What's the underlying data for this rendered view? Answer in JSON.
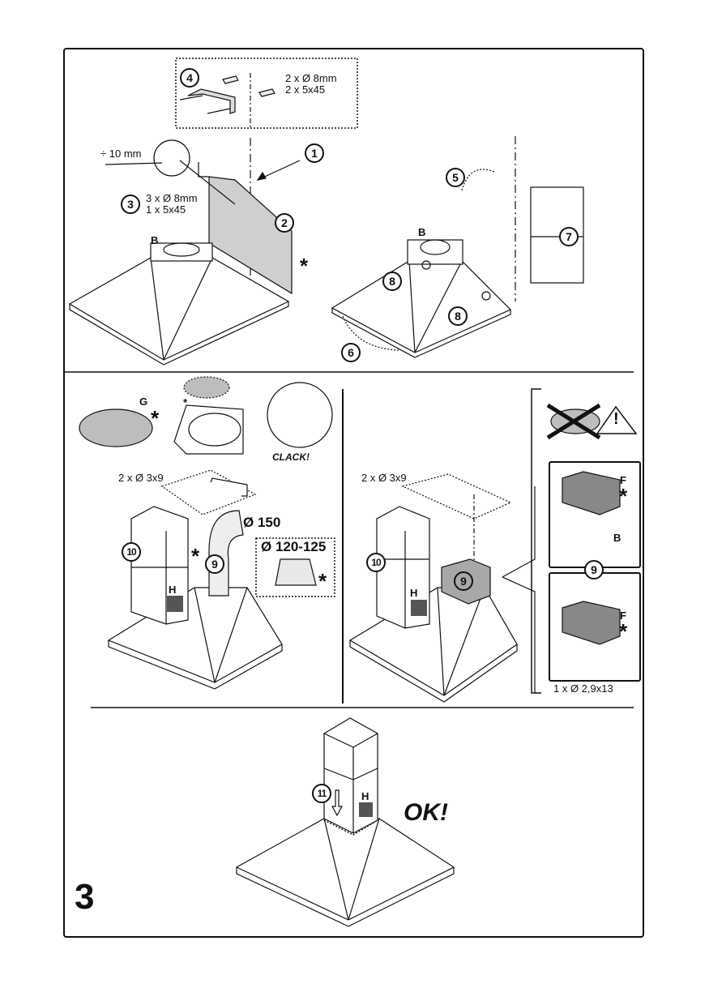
{
  "page": {
    "number": "3"
  },
  "panel_wall_fixing": {
    "step4": {
      "label": "4",
      "spec_lines": [
        "2 x Ø 8mm",
        "2 x 5x45"
      ]
    },
    "distance_callout": "÷ 10 mm",
    "step1": "1",
    "step2": "2",
    "step3": {
      "label": "3",
      "spec_lines": [
        "3 x Ø 8mm",
        "1 x 5x45"
      ]
    },
    "part_b": "B",
    "asterisk": "*"
  },
  "panel_hang_hood": {
    "step5": "5",
    "step6": "6",
    "step7": "7",
    "step8a": "8",
    "step8b": "8",
    "part_b": "B"
  },
  "panel_filter_removal": {
    "part_g": "G",
    "asterisk_g": "*",
    "asterisk_small": "*",
    "clack": "CLACK!"
  },
  "panel_ducted": {
    "screws": "2 x Ø 3x9",
    "step10": "10",
    "step9": "9",
    "part_h": "H",
    "duct_diameter": "Ø 150",
    "adapter_diameter": "Ø 120-125",
    "asterisk_chimney": "*",
    "asterisk_adapter": "*"
  },
  "panel_recirculating": {
    "screws": "2 x Ø 3x9",
    "step10": "10",
    "step9": "9",
    "part_h": "H",
    "warning_icon": "warning-triangle",
    "detail_top": {
      "part_f": "F",
      "asterisk": "*",
      "part_b": "B"
    },
    "detail_step": "9",
    "detail_bottom": {
      "part_f": "F",
      "asterisk": "*"
    },
    "screw_spec": "1 x Ø 2,9x13"
  },
  "panel_final": {
    "step11": "11",
    "part_h": "H",
    "ok": "OK!"
  }
}
